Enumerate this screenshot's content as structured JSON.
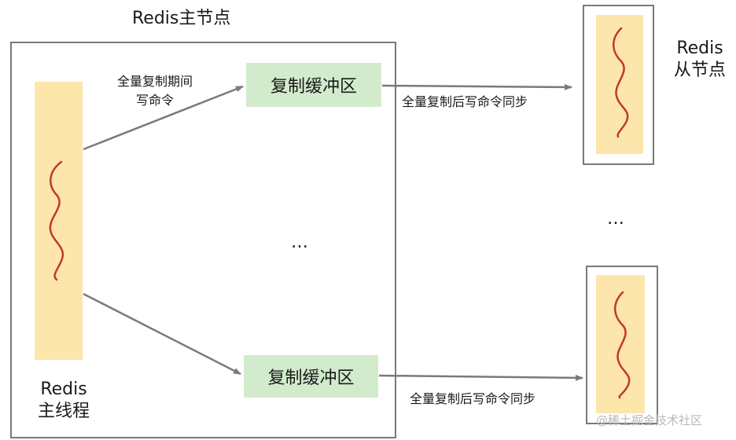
{
  "master": {
    "title": "Redis主节点",
    "main_thread_label_line1": "Redis",
    "main_thread_label_line2": "主线程",
    "write_note_line1": "全量复制期间",
    "write_note_line2": "写命令",
    "buffers": [
      "复制缓冲区",
      "复制缓冲区"
    ],
    "ellipsis": "…"
  },
  "replicas": {
    "label_line1": "Redis",
    "label_line2": "从节点",
    "ellipsis": "…"
  },
  "sync_labels": [
    "全量复制后写命令同步",
    "全量复制后写命令同步"
  ],
  "watermark": "@稀土掘金技术社区",
  "colors": {
    "thread_bar": "#fde6ab",
    "buffer": "#d2ebcd",
    "thread_line": "#c0392b",
    "border": "#7a7a7a"
  }
}
